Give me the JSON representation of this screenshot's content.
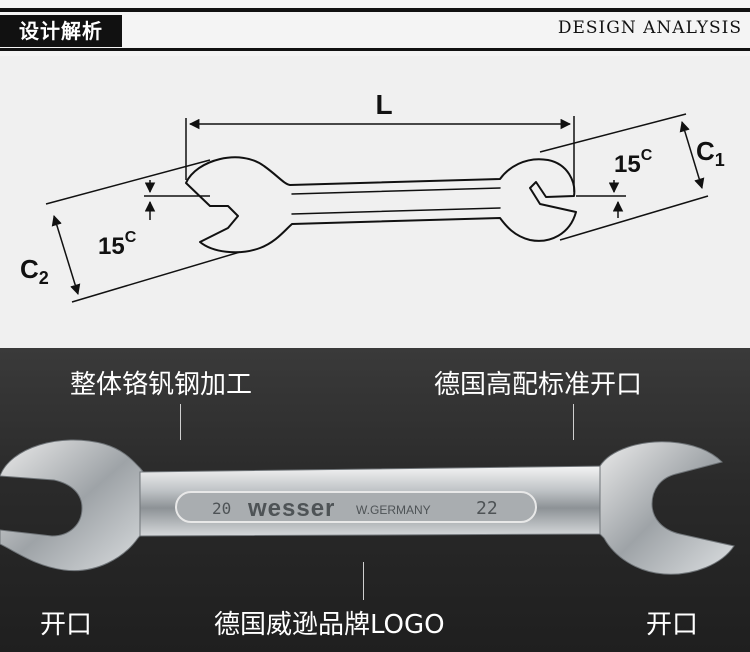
{
  "header": {
    "title_cn": "设计解析",
    "title_en": "DESIGN ANALYSIS"
  },
  "schematic": {
    "length_label": "L",
    "angle_left": "15",
    "angle_right": "15",
    "angle_superscript": "C",
    "c1_main": "C",
    "c1_sub": "1",
    "c2_main": "C",
    "c2_sub": "2"
  },
  "photo": {
    "caption_top_left": "整体铬钒钢加工",
    "caption_top_right": "德国高配标准开口",
    "caption_bottom_left": "开口",
    "caption_bottom_center": "德国威逊品牌LOGO",
    "caption_bottom_right": "开口",
    "engraving_left_size": "20",
    "engraving_brand": "wesser",
    "engraving_origin": "W.GERMANY",
    "engraving_right_size": "22"
  }
}
